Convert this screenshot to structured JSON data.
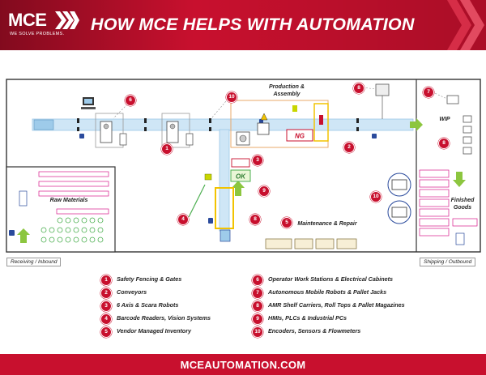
{
  "header": {
    "logo_text": "MCE",
    "tagline": "WE SOLVE PROBLEMS.",
    "title": "HOW MCE HELPS WITH AUTOMATION"
  },
  "floor_plan": {
    "production_label": "Production & Assembly",
    "raw_materials_label": "Raw Materials",
    "wip_label": "WIP",
    "finished_goods_label": "Finished Goods",
    "maintenance_label": "Maintenance & Repair",
    "receiving_label": "Receiving / Inbound",
    "shipping_label": "Shipping / Outbound",
    "ok_label": "OK",
    "ng_label": "NG",
    "callouts": [
      "6",
      "10",
      "1",
      "3",
      "9",
      "4",
      "8",
      "2",
      "5",
      "8",
      "7",
      "8",
      "10"
    ]
  },
  "legend": {
    "items": [
      {
        "num": "1",
        "label": "Safety Fencing & Gates"
      },
      {
        "num": "2",
        "label": "Conveyors"
      },
      {
        "num": "3",
        "label": "6 Axis & Scara Robots"
      },
      {
        "num": "4",
        "label": "Barcode Readers, Vision Systems"
      },
      {
        "num": "5",
        "label": "Vendor Managed Inventory"
      },
      {
        "num": "6",
        "label": "Operator Work Stations & Electrical Cabinets"
      },
      {
        "num": "7",
        "label": "Autonomous Mobile Robots & Pallet Jacks"
      },
      {
        "num": "8",
        "label": "AMR Shelf Carriers, Roll Tops & Pallet Magazines"
      },
      {
        "num": "9",
        "label": "HMIs, PLCs & Industrial PCs"
      },
      {
        "num": "10",
        "label": "Encoders, Sensors & Flowmeters"
      }
    ]
  },
  "footer": {
    "url": "MCEAUTOMATION.COM"
  },
  "colors": {
    "brand_red": "#c8102e",
    "conveyor": "#cfe6f6",
    "arrow_green": "#8cc63f",
    "shelf_pink": "#d81b8c",
    "ring_green": "#4caf50",
    "safety_yellow": "#f2c300"
  }
}
